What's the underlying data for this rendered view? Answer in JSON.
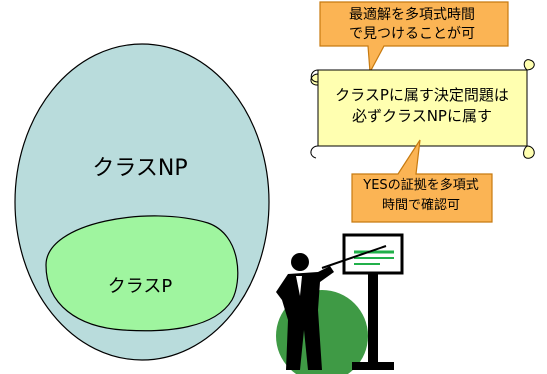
{
  "diagram": {
    "np_label": "クラスNP",
    "p_label": "クラスP",
    "callout_top": [
      "最適解を多項式時間",
      "で見つけることが可"
    ],
    "scroll_note": [
      "クラスPに属す決定問題は",
      "必ずクラスNPに属す"
    ],
    "callout_bottom": [
      "YESの証拠を多項式",
      "時間で確認可"
    ]
  },
  "colors": {
    "np_fill": "#b9dcdc",
    "p_fill": "#9ff59f",
    "callout_fill": "#fbb454",
    "scroll_fill": "#ffffb0",
    "presenter_circle": "#3f9a45",
    "board_lines": "#21b04a"
  },
  "icons": {
    "presenter": "presenter-silhouette-icon"
  }
}
